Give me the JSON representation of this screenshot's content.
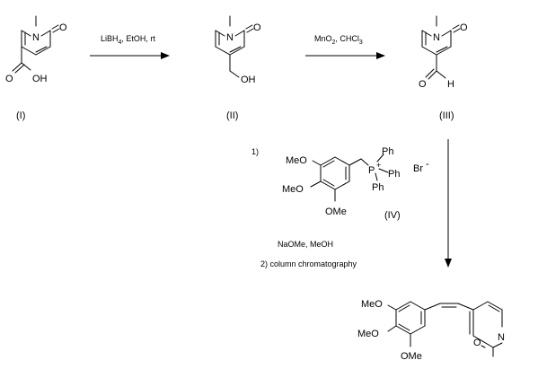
{
  "compounds": {
    "I": {
      "label": "(I)",
      "atoms": {
        "n": "N",
        "o_ring": "O",
        "o_acid": "O",
        "oh": "OH"
      }
    },
    "II": {
      "label": "(II)",
      "atoms": {
        "n": "N",
        "o_ring": "O",
        "oh": "OH"
      }
    },
    "III": {
      "label": "(III)",
      "atoms": {
        "n": "N",
        "o_ring": "O",
        "o_ald": "O",
        "h": "H"
      }
    },
    "IV": {
      "label": "(IV)",
      "atoms": {
        "p": "P",
        "plus": "+",
        "ph1": "Ph",
        "ph2": "Ph",
        "ph3": "Ph",
        "meo1": "MeO",
        "meo2": "MeO",
        "ome": "OMe",
        "br": "Br",
        "br_charge": "-"
      }
    },
    "product": {
      "atoms": {
        "meo1": "MeO",
        "meo2": "MeO",
        "ome": "OMe",
        "n": "N",
        "o_ring": "O"
      }
    }
  },
  "reactions": {
    "step1": {
      "reagent_main": "LiBH",
      "reagent_sub": "4",
      "reagent_rest": ", EtOH, rt"
    },
    "step2": {
      "reagent_main": "MnO",
      "reagent_sub": "2",
      "reagent_mid": ", CHCl",
      "reagent_sub2": "3"
    },
    "step3": {
      "step_1": "1)",
      "base": "NaOMe, MeOH",
      "step_2": "2) column chromatography"
    }
  }
}
